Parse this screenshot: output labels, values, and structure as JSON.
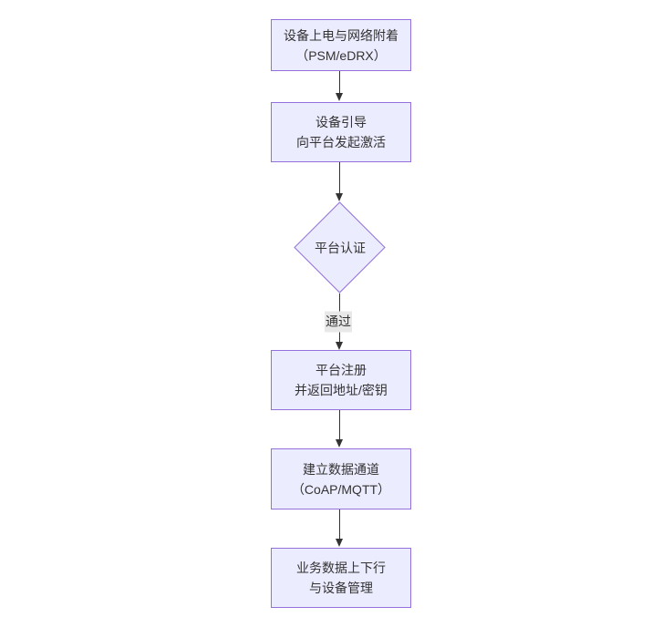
{
  "diagram": {
    "type": "flowchart",
    "direction": "top-down",
    "colors": {
      "background": "#ffffff",
      "node_fill": "#ECECFF",
      "node_border": "#9370DB",
      "arrow": "#333333",
      "text": "#333333",
      "edge_label_bg": "#e8e8e8"
    },
    "nodes": [
      {
        "id": "A",
        "shape": "rect",
        "line1": "设备上电与网络附着",
        "line2": "（PSM/eDRX）"
      },
      {
        "id": "B",
        "shape": "rect",
        "line1": "设备引导",
        "line2": "向平台发起激活"
      },
      {
        "id": "C",
        "shape": "diamond",
        "line1": "平台认证",
        "line2": ""
      },
      {
        "id": "D",
        "shape": "rect",
        "line1": "平台注册",
        "line2": "并返回地址/密钥"
      },
      {
        "id": "E",
        "shape": "rect",
        "line1": "建立数据通道",
        "line2": "（CoAP/MQTT）"
      },
      {
        "id": "F",
        "shape": "rect",
        "line1": "业务数据上下行",
        "line2": "与设备管理"
      }
    ],
    "edges": [
      {
        "from": "A",
        "to": "B",
        "label": ""
      },
      {
        "from": "B",
        "to": "C",
        "label": ""
      },
      {
        "from": "C",
        "to": "D",
        "label": "通过"
      },
      {
        "from": "D",
        "to": "E",
        "label": ""
      },
      {
        "from": "E",
        "to": "F",
        "label": ""
      }
    ]
  }
}
